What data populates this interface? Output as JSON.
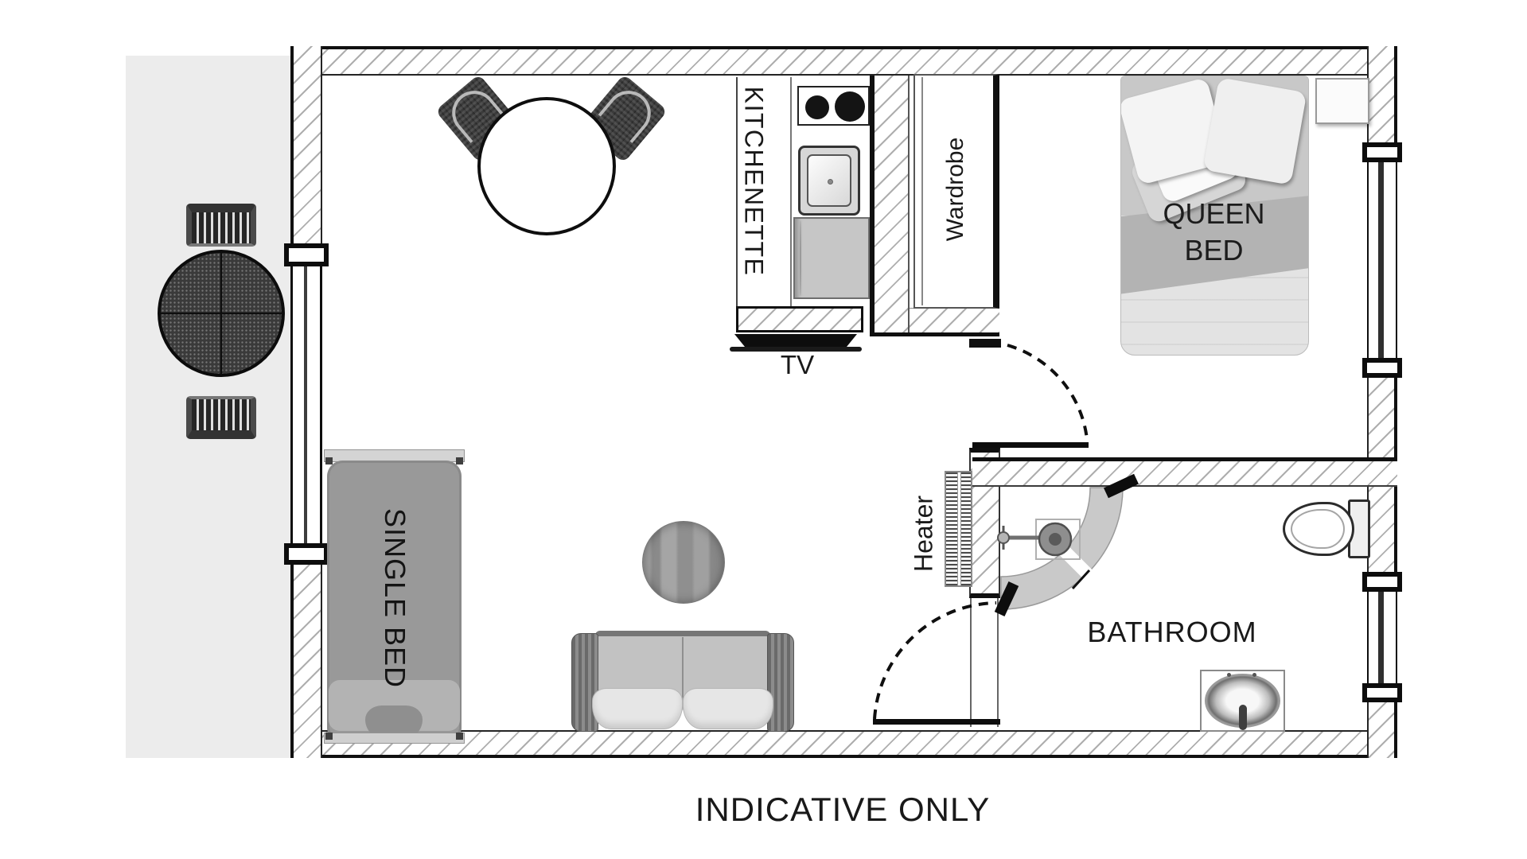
{
  "labels": {
    "kitchenette": "KITCHENETTE",
    "wardrobe": "Wardrobe",
    "tv": "TV",
    "heater": "Heater",
    "queen_bed": "QUEEN BED",
    "single_bed": "SINGLE BED",
    "bathroom": "BATHROOM",
    "footer": "INDICATIVE ONLY"
  },
  "colors": {
    "wall_line": "#101010",
    "wall_hatch": "#aeaeae",
    "patio_background": "#ececec",
    "furniture_dark": "#262626",
    "furniture_mid": "#999999",
    "shower_glass": "#c9c9c9",
    "text": "#1a1a1a"
  },
  "furniture": [
    "outdoor-table",
    "outdoor-chair",
    "dining-table",
    "dining-chair",
    "stove",
    "kitchen-sink",
    "fridge",
    "wardrobe",
    "tv",
    "queen-bed",
    "nightstand",
    "heater",
    "single-bed",
    "side-table",
    "sofa",
    "shower",
    "shower-head",
    "toilet",
    "bathroom-sink"
  ]
}
